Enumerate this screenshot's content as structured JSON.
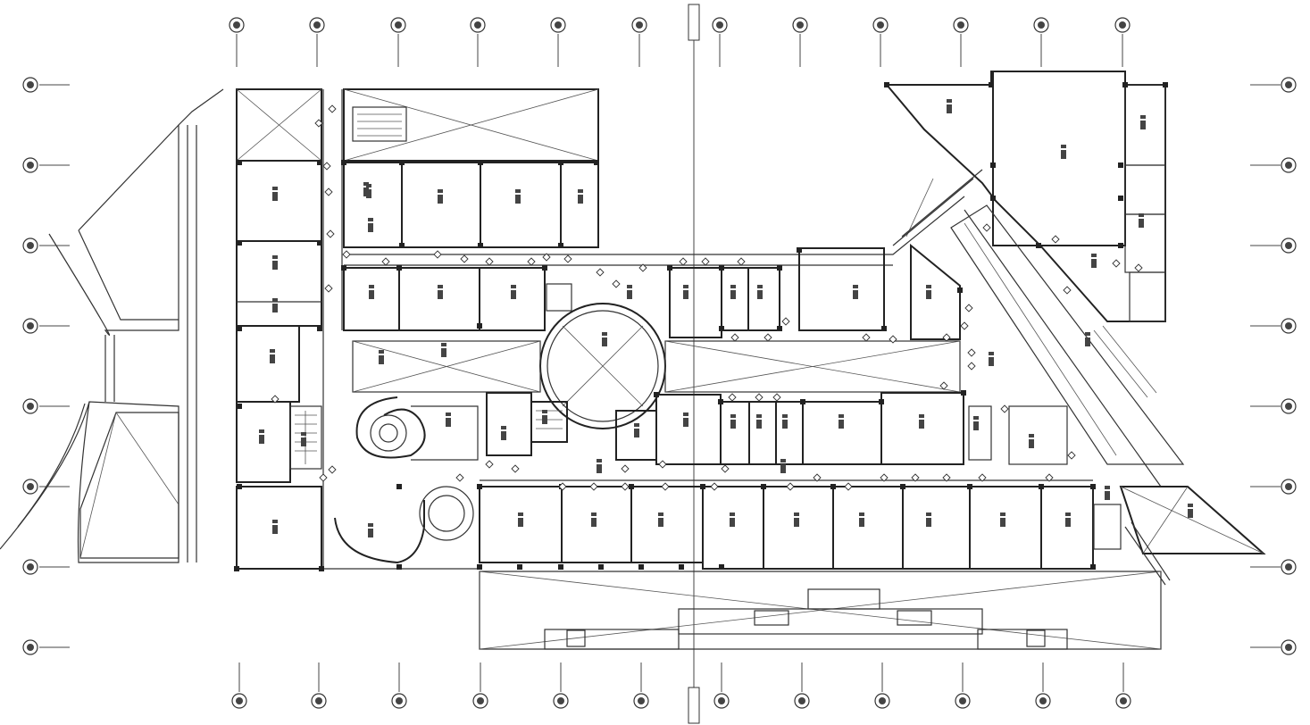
{
  "drawing": {
    "kind": "architectural floor plan",
    "line_color": "#333333",
    "background": "#ffffff"
  },
  "grid": {
    "top_axis_count": 12,
    "bottom_axis_count": 12,
    "left_axis_count": 8,
    "right_axis_count": 8
  },
  "icons": {
    "axis_bubble": "circle-with-hatch",
    "column": "filled-square",
    "void_marker": "x-cross",
    "room_tag": "text-block"
  }
}
